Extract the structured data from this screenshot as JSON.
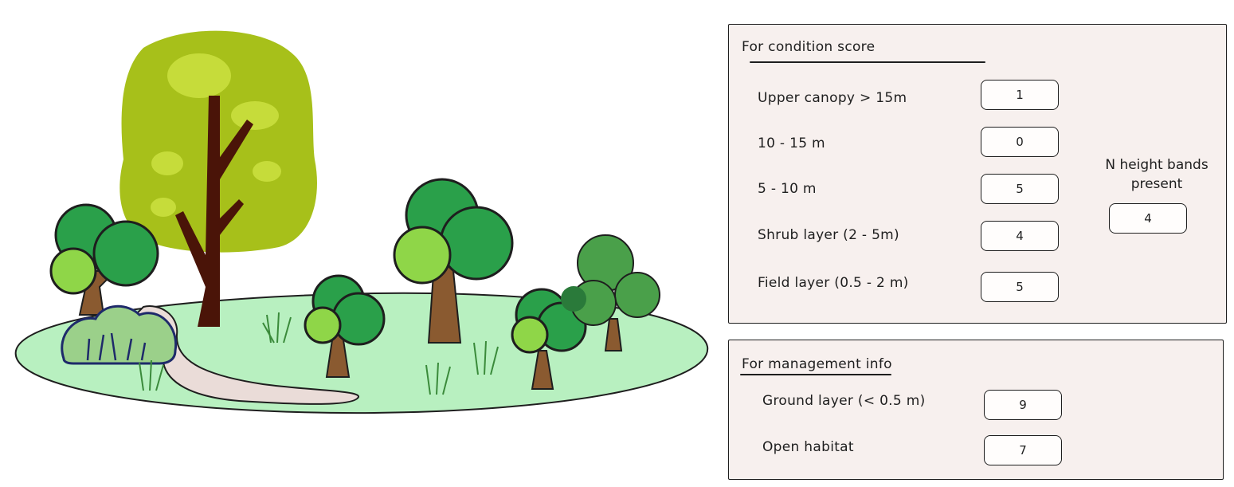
{
  "condition_panel": {
    "title": "For condition score",
    "rows": [
      {
        "label": "Upper canopy > 15m",
        "value": "1"
      },
      {
        "label": "10 - 15 m",
        "value": "0"
      },
      {
        "label": "5 - 10 m",
        "value": "5"
      },
      {
        "label": "Shrub layer (2 - 5m)",
        "value": "4"
      },
      {
        "label": "Field layer (0.5 - 2 m)",
        "value": "5"
      }
    ],
    "summary_label": "N height bands present",
    "summary_value": "4"
  },
  "management_panel": {
    "title": "For management info",
    "rows": [
      {
        "label": "Ground layer (< 0.5 m)",
        "value": "9"
      },
      {
        "label": "Open habitat",
        "value": "7"
      }
    ]
  },
  "colors": {
    "grass": "#b8f0c0",
    "path": "#eadcd8",
    "panel_bg": "#f7f0ee",
    "big_tree_leaf": "#a7c01a",
    "tree_dark": "#2aa04a",
    "tree_light": "#8fd648",
    "trunk": "#8a5a30",
    "big_trunk": "#4a1408"
  }
}
